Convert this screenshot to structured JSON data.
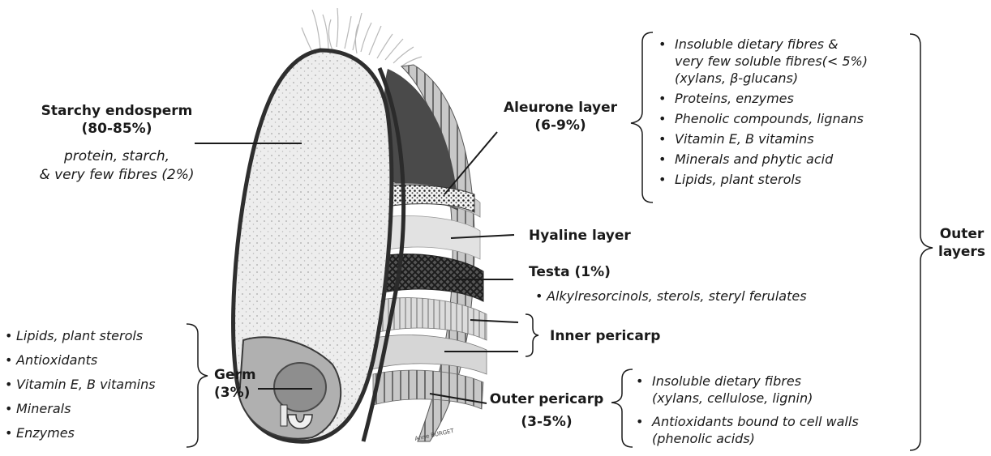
{
  "labels": {
    "starchy_endosperm": {
      "title": "Starchy endosperm",
      "percent": "(80-85%)",
      "line1": "protein, starch,",
      "line2": "& very few fibres (2%)"
    },
    "aleurone": {
      "title": "Aleurone layer",
      "percent": "(6-9%)"
    },
    "hyaline": {
      "title": "Hyaline layer"
    },
    "testa": {
      "title": "Testa (1%)",
      "item": "Alkylresorcinols, sterols, steryl ferulates"
    },
    "inner_pericarp": {
      "title": "Inner pericarp"
    },
    "outer_pericarp": {
      "title": "Outer pericarp",
      "percent": "(3-5%)"
    },
    "germ": {
      "title": "Germ",
      "percent": "(3%)"
    },
    "outer_layers": {
      "line1": "Outer",
      "line2": "layers"
    },
    "watermark": "Anne BURGET"
  },
  "aleurone_items": [
    {
      "line1": "Insoluble dietary fibres &",
      "line2": "very few soluble fibres(< 5%)",
      "line3": "(xylans, β-glucans)"
    },
    {
      "line1": "Proteins, enzymes"
    },
    {
      "line1": "Phenolic compounds, lignans"
    },
    {
      "line1": "Vitamin E, B vitamins"
    },
    {
      "line1": "Minerals and phytic acid"
    },
    {
      "line1": "Lipids, plant sterols"
    }
  ],
  "outer_pericarp_items": [
    {
      "line1": "Insoluble dietary fibres",
      "line2": "(xylans, cellulose, lignin)"
    },
    {
      "line1": "Antioxidants bound to cell walls",
      "line2": "(phenolic acids)"
    }
  ],
  "germ_items": [
    "Lipids, plant sterols",
    "Antioxidants",
    "Vitamin E, B vitamins",
    "Minerals",
    "Enzymes"
  ]
}
